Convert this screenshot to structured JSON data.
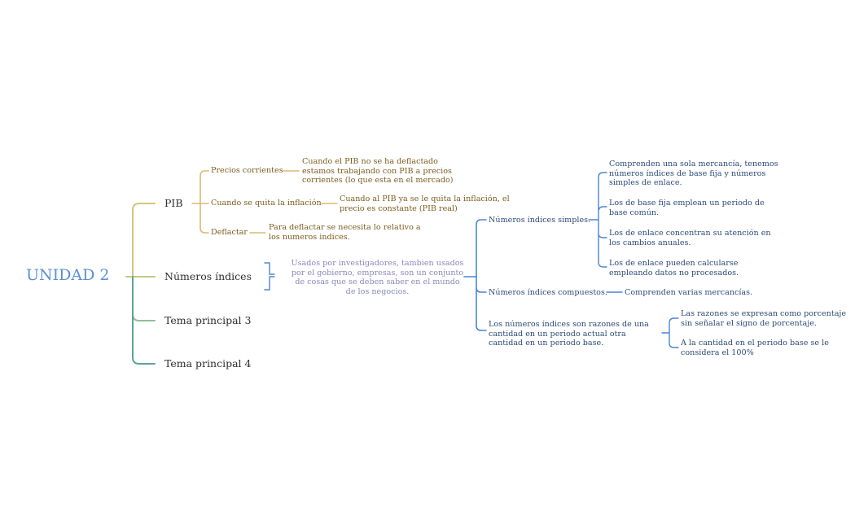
{
  "root": {
    "label": "UNIDAD 2"
  },
  "branches": {
    "pib": {
      "label": "PIB",
      "children": [
        {
          "label": "Precios corrientes",
          "detail": "Cuando el PIB no se ha deflactado estamos trabajando con PIB a precios corrientes (lo que esta en el mercado)"
        },
        {
          "label": "Cuando se quita la inflación",
          "detail": "Cuando al PIB ya se le quita la inflación, el precio es constante (PIB real)"
        },
        {
          "label": "Deflactar",
          "detail": "Para deflactar se necesita lo relativo a los numeros indices."
        }
      ]
    },
    "numeros": {
      "label": "Números índices",
      "summary": "Usados por investigadores, tambien usados por el gobierno, empresas, son un conjunto de cosas que se deben saber en el mundo de los negocios.",
      "simples": {
        "label": "Números índices simples.",
        "items": [
          "Comprenden una sola mercancía, tenemos números índices de base fija y números simples de enlace.",
          "Los de base fija emplean un periodo de base común.",
          "Los de enlace concentran su atención en los cambios anuales.",
          "Los de enlace pueden calcularse empleando datos no procesados."
        ]
      },
      "compuestos": {
        "label": "Números índices compuestos.",
        "detail": "Comprenden varias mercancías."
      },
      "razones": {
        "label": "Los números índices son razones de una cantidad en un periodo actual otra cantidad en un periodo base.",
        "items": [
          "Las razones se expresan como porcentaje sin señalar el signo de porcentaje.",
          "A la cantidad en el periodo base se le considera el 100%"
        ]
      }
    },
    "tema3": {
      "label": "Tema principal 3"
    },
    "tema4": {
      "label": "Tema principal 4"
    }
  },
  "colors": {
    "root": "#5b8fd2",
    "gold": "#d9bc73",
    "olive": "#c3c889",
    "sage": "#96bf96",
    "teal": "#5aa593",
    "blue": "#4a86d6",
    "purple_text": "#8a88b8"
  }
}
